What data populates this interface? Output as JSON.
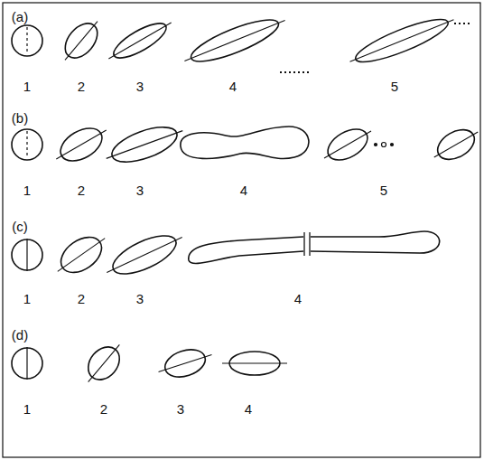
{
  "diagram": {
    "labels": [
      "(a)",
      "1",
      "2",
      "3",
      "4",
      "5",
      "(b)",
      "1",
      "2",
      "3",
      "4",
      "5",
      "(c)",
      "1",
      "2",
      "3",
      "4",
      "(d)",
      "1",
      "2",
      "3",
      "4"
    ]
  }
}
